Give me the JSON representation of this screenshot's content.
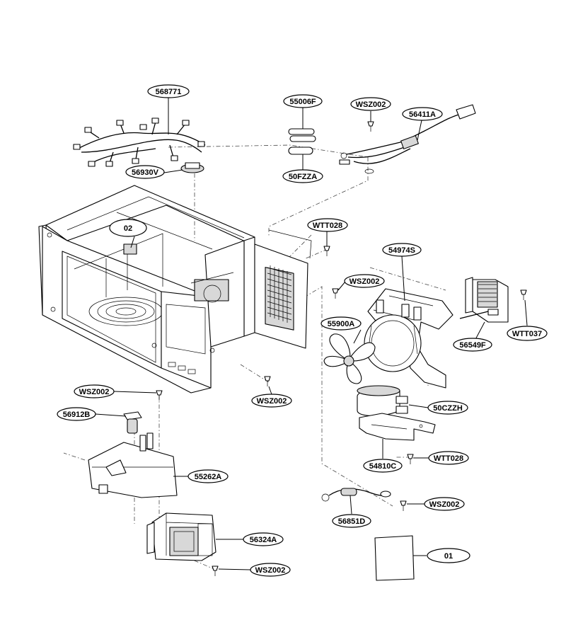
{
  "labels": [
    {
      "id": "568771",
      "text": "568771"
    },
    {
      "id": "55006F",
      "text": "55006F"
    },
    {
      "id": "WSZ002_a",
      "text": "WSZ002"
    },
    {
      "id": "56411A",
      "text": "56411A"
    },
    {
      "id": "56930V",
      "text": "56930V"
    },
    {
      "id": "50FZZA",
      "text": "50FZZA"
    },
    {
      "id": "02",
      "text": "02"
    },
    {
      "id": "WTT028_a",
      "text": "WTT028"
    },
    {
      "id": "54974S",
      "text": "54974S"
    },
    {
      "id": "WSZ002_b",
      "text": "WSZ002"
    },
    {
      "id": "55900A",
      "text": "55900A"
    },
    {
      "id": "WTT037",
      "text": "WTT037"
    },
    {
      "id": "56549F",
      "text": "56549F"
    },
    {
      "id": "WSZ002_c",
      "text": "WSZ002"
    },
    {
      "id": "WSZ002_d",
      "text": "WSZ002"
    },
    {
      "id": "56912B",
      "text": "56912B"
    },
    {
      "id": "50CZZH",
      "text": "50CZZH"
    },
    {
      "id": "55262A",
      "text": "55262A"
    },
    {
      "id": "54810C",
      "text": "54810C"
    },
    {
      "id": "WTT028_b",
      "text": "WTT028"
    },
    {
      "id": "WSZ002_e",
      "text": "WSZ002"
    },
    {
      "id": "56851D",
      "text": "56851D"
    },
    {
      "id": "56324A",
      "text": "56324A"
    },
    {
      "id": "01",
      "text": "01"
    },
    {
      "id": "WSZ002_f",
      "text": "WSZ002"
    }
  ]
}
